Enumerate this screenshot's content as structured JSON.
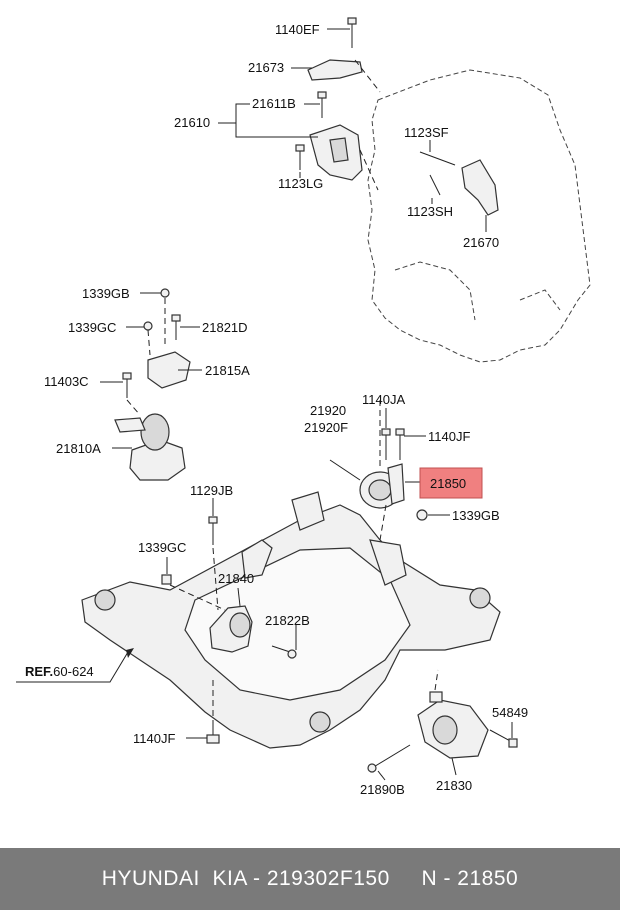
{
  "labels": {
    "l1140EF": "1140EF",
    "l21673": "21673",
    "l21611B": "21611B",
    "l21610": "21610",
    "l1123LG": "1123LG",
    "l1123SF": "1123SF",
    "l1123SH": "1123SH",
    "l21670": "21670",
    "l1339GB_top": "1339GB",
    "l1339GC_top": "1339GC",
    "l21821D": "21821D",
    "l11403C": "11403C",
    "l21815A": "21815A",
    "l21810A": "21810A",
    "l21920": "21920",
    "l21920F": "21920F",
    "l1140JA": "1140JA",
    "l1140JF_top": "1140JF",
    "l21850": "21850",
    "l1339GB_mid": "1339GB",
    "l1129JB": "1129JB",
    "l1339GC_mid": "1339GC",
    "l21840": "21840",
    "l21822B": "21822B",
    "lREF_bold": "REF.",
    "lREF_num": "60-624",
    "l1140JF_bot": "1140JF",
    "l54849": "54849",
    "l21890B": "21890B",
    "l21830": "21830"
  },
  "highlight_color": "#f08080",
  "footer": {
    "brand": "HYUNDAI  KIA - 219302F150",
    "number": "N - 21850"
  }
}
